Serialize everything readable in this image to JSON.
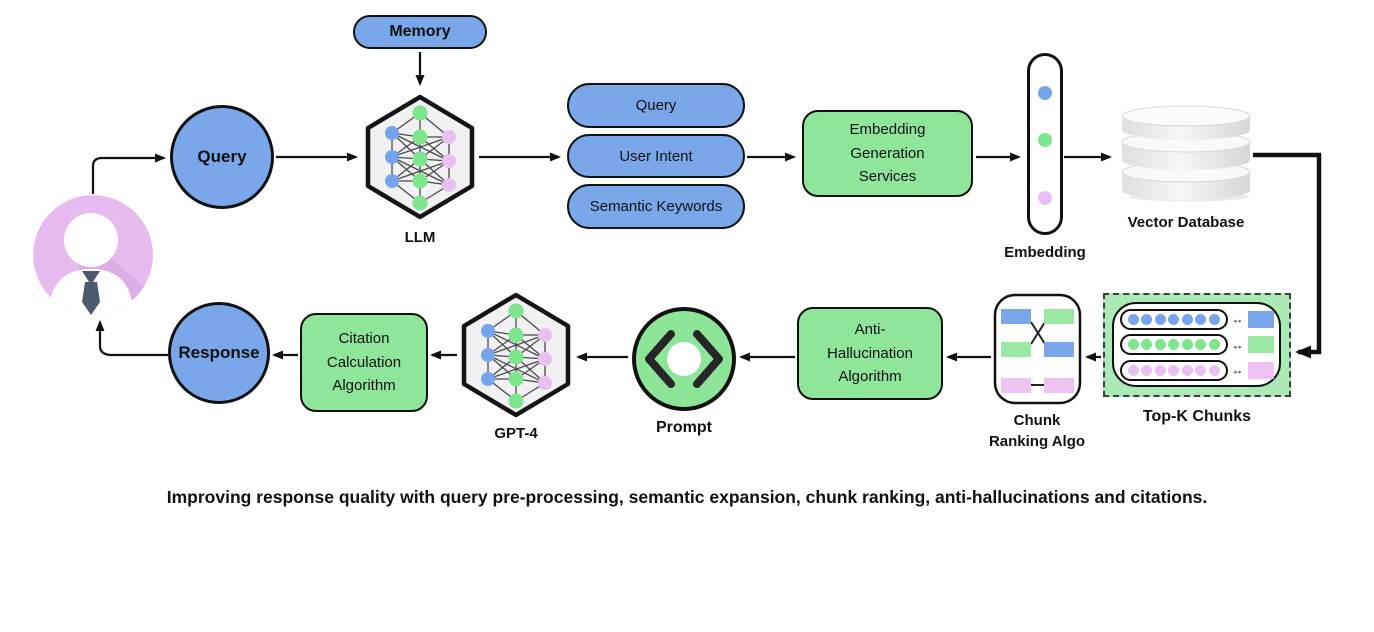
{
  "nodes": {
    "user": {
      "name": "user-icon"
    },
    "memory": {
      "label": "Memory"
    },
    "query": {
      "label": "Query"
    },
    "llm": {
      "label": "LLM"
    },
    "expansion": {
      "items": [
        {
          "label": "Query"
        },
        {
          "label": "User Intent"
        },
        {
          "label": "Semantic Keywords"
        }
      ]
    },
    "embedding_service": {
      "lines": [
        "Embedding",
        "Generation",
        "Services"
      ]
    },
    "embedding": {
      "label": "Embedding"
    },
    "vector_db": {
      "label": "Vector Database"
    },
    "topk": {
      "label": "Top-K Chunks"
    },
    "chunk_ranking": {
      "lines": [
        "Chunk",
        "Ranking Algo"
      ]
    },
    "anti_hallucination": {
      "lines": [
        "Anti-",
        "Hallucination",
        "Algorithm"
      ]
    },
    "prompt": {
      "label": "Prompt"
    },
    "gpt4": {
      "label": "GPT-4"
    },
    "citation": {
      "lines": [
        "Citation",
        "Calculation",
        "Algorithm"
      ]
    },
    "response": {
      "label": "Response"
    }
  },
  "caption": "Improving response quality with query pre-processing, semantic expansion, chunk ranking, anti-hallucinations and citations.",
  "colors": {
    "blue": "#7aa7e9",
    "green": "#8fe69b",
    "light_green": "#abe9b6",
    "node_blue": "#76a5ee",
    "node_green": "#7de58b",
    "node_pink": "#eabff2",
    "user_pink": "#e7bbf0",
    "tie": "#4b5b6d",
    "outline": "#111111"
  }
}
